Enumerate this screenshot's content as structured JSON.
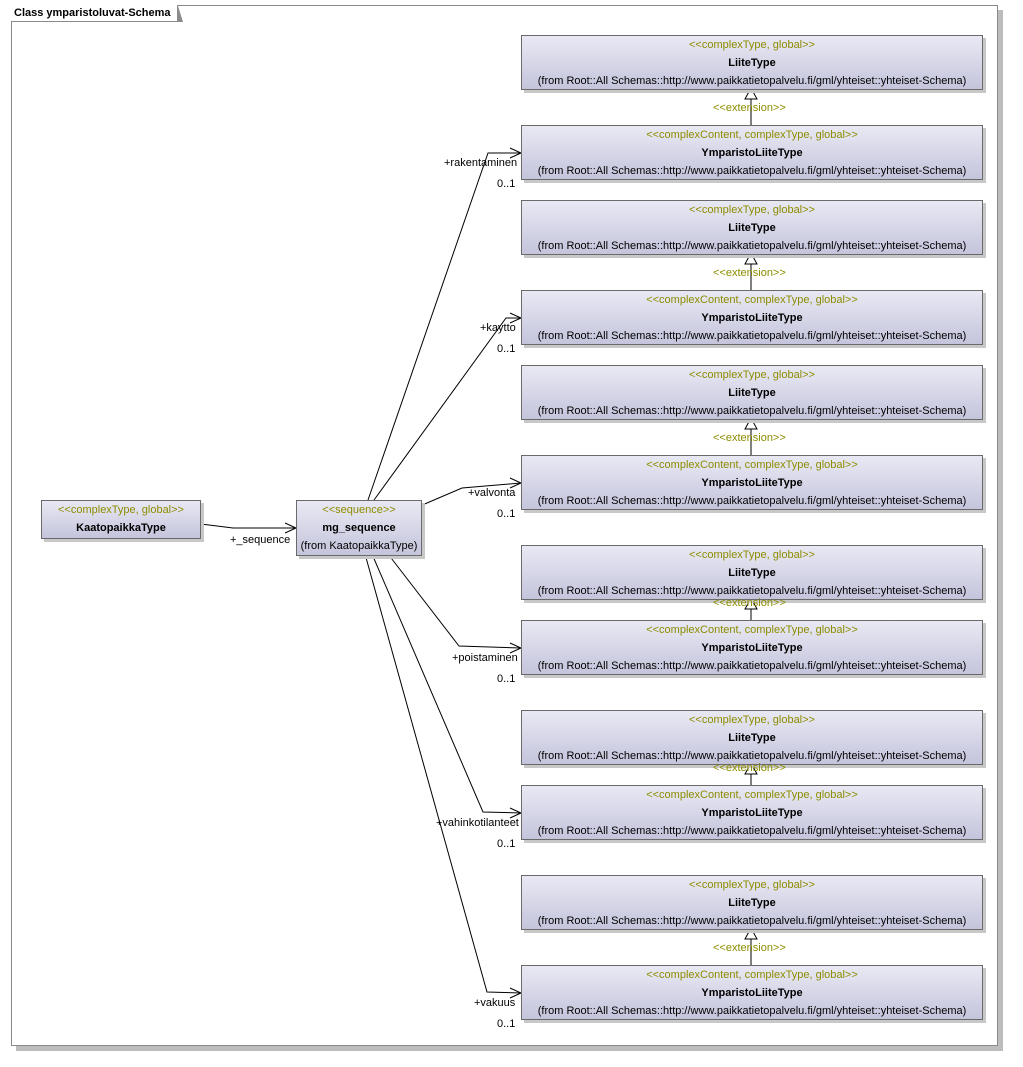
{
  "frame": {
    "title": "Class ymparistoluvat-Schema"
  },
  "kaatopaikka": {
    "stereotype": "<<complexType, global>>",
    "name": "KaatopaikkaType"
  },
  "sequence_link": {
    "role": "+_sequence"
  },
  "mg_sequence": {
    "stereotype": "<<sequence>>",
    "name": "mg_sequence",
    "from": "(from KaatopaikkaType)"
  },
  "extension_label": "<<extension>>",
  "groups": [
    {
      "role": "+rakentaminen",
      "multiplicity": "0..1",
      "liite": {
        "stereotype": "<<complexType, global>>",
        "name": "LiiteType",
        "from": "(from Root::All Schemas::http://www.paikkatietopalvelu.fi/gml/yhteiset::yhteiset-Schema)"
      },
      "ymparisto": {
        "stereotype": "<<complexContent, complexType, global>>",
        "name": "YmparistoLiiteType",
        "from": "(from Root::All Schemas::http://www.paikkatietopalvelu.fi/gml/yhteiset::yhteiset-Schema)"
      }
    },
    {
      "role": "+kaytto",
      "multiplicity": "0..1",
      "liite": {
        "stereotype": "<<complexType, global>>",
        "name": "LiiteType",
        "from": "(from Root::All Schemas::http://www.paikkatietopalvelu.fi/gml/yhteiset::yhteiset-Schema)"
      },
      "ymparisto": {
        "stereotype": "<<complexContent, complexType, global>>",
        "name": "YmparistoLiiteType",
        "from": "(from Root::All Schemas::http://www.paikkatietopalvelu.fi/gml/yhteiset::yhteiset-Schema)"
      }
    },
    {
      "role": "+valvonta",
      "multiplicity": "0..1",
      "liite": {
        "stereotype": "<<complexType, global>>",
        "name": "LiiteType",
        "from": "(from Root::All Schemas::http://www.paikkatietopalvelu.fi/gml/yhteiset::yhteiset-Schema)"
      },
      "ymparisto": {
        "stereotype": "<<complexContent, complexType, global>>",
        "name": "YmparistoLiiteType",
        "from": "(from Root::All Schemas::http://www.paikkatietopalvelu.fi/gml/yhteiset::yhteiset-Schema)"
      }
    },
    {
      "role": "+poistaminen",
      "multiplicity": "0..1",
      "liite": {
        "stereotype": "<<complexType, global>>",
        "name": "LiiteType",
        "from": "(from Root::All Schemas::http://www.paikkatietopalvelu.fi/gml/yhteiset::yhteiset-Schema)"
      },
      "ymparisto": {
        "stereotype": "<<complexContent, complexType, global>>",
        "name": "YmparistoLiiteType",
        "from": "(from Root::All Schemas::http://www.paikkatietopalvelu.fi/gml/yhteiset::yhteiset-Schema)"
      }
    },
    {
      "role": "+vahinkotilanteet",
      "multiplicity": "0..1",
      "liite": {
        "stereotype": "<<complexType, global>>",
        "name": "LiiteType",
        "from": "(from Root::All Schemas::http://www.paikkatietopalvelu.fi/gml/yhteiset::yhteiset-Schema)"
      },
      "ymparisto": {
        "stereotype": "<<complexContent, complexType, global>>",
        "name": "YmparistoLiiteType",
        "from": "(from Root::All Schemas::http://www.paikkatietopalvelu.fi/gml/yhteiset::yhteiset-Schema)"
      }
    },
    {
      "role": "+vakuus",
      "multiplicity": "0..1",
      "liite": {
        "stereotype": "<<complexType, global>>",
        "name": "LiiteType",
        "from": "(from Root::All Schemas::http://www.paikkatietopalvelu.fi/gml/yhteiset::yhteiset-Schema)"
      },
      "ymparisto": {
        "stereotype": "<<complexContent, complexType, global>>",
        "name": "YmparistoLiiteType",
        "from": "(from Root::All Schemas::http://www.paikkatietopalvelu.fi/gml/yhteiset::yhteiset-Schema)"
      }
    }
  ]
}
